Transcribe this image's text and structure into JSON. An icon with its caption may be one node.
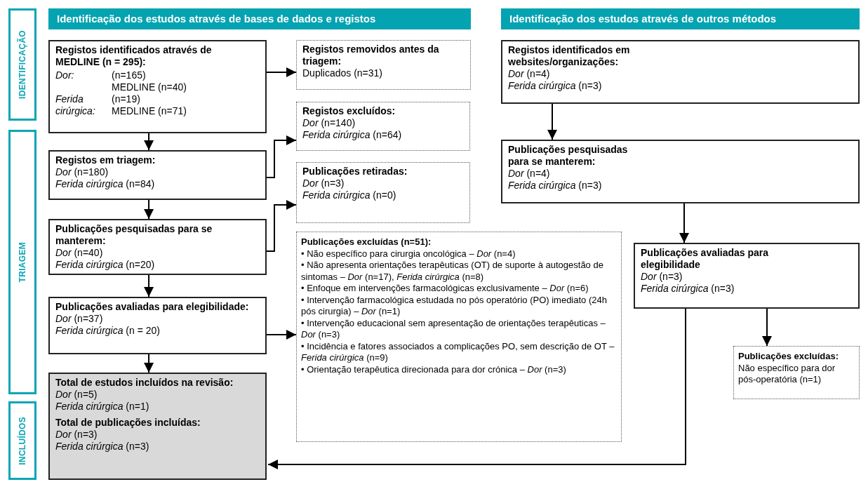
{
  "diagram": {
    "nodes": [
      {
        "text": [
          "IDENTIFICAÇÃO"
        ]
      },
      {
        "text": [
          "TRIAGEM"
        ]
      },
      {
        "text": [
          "INCLUÍDOS"
        ]
      },
      {
        "text": [
          "Identificação dos estudos através de bases de dados e registos"
        ]
      },
      {
        "text": [
          "Identificação dos estudos através de outros métodos"
        ]
      },
      {
        "text": [
          "Registos identificados através de MEDLINE (n = 295):",
          "Dor:",
          "(n=165)",
          "MEDLINE (n=40)",
          "Ferida cirúrgica:",
          "(n=19)",
          "MEDLINE (n=71)"
        ]
      },
      {
        "text": [
          "Registos removidos antes da triagem:",
          "Duplicados (n=31)"
        ]
      },
      {
        "text": [
          "Registos em triagem:",
          "*Dor* (n=180)",
          "*Ferida cirúrgica* (n=84)"
        ]
      },
      {
        "text": [
          "Registos excluídos:",
          "*Dor* (n=140)",
          "*Ferida cirúrgica* (n=64)"
        ]
      },
      {
        "text": [
          "Publicações pesquisadas para se manterem:",
          "*Dor* (n=40)",
          "*Ferida cirúrgica* (n=20)"
        ]
      },
      {
        "text": [
          "Publicações retiradas:",
          "*Dor* (n=3)",
          "*Ferida cirúrgica* (n=0)"
        ]
      },
      {
        "text": [
          "Publicações avaliadas para elegibilidade:",
          "*Dor* (n=37)",
          "*Ferida cirúrgica* (n = 20)"
        ]
      },
      {
        "text": [
          "Publicações excluídas (n=51):",
          "• Não específico para cirurgia oncológica – *Dor* (n=4)",
          "• Não apresenta orientações terapêuticas (OT) de suporte à autogestão de sintomas – *Dor* (n=17), *Ferida cirúrgica* (n=8)",
          "• Enfoque em intervenções farmacológicas exclusivamente – *Dor* (n=6)",
          "• Intervenção farmacológica estudada no pós operatório (PO) imediato (24h pós cirurgia) – *Dor* (n=1)",
          "• Intervenção educacional sem apresentação de orientações terapêuticas – *Dor* (n=3)",
          "• Incidência e fatores associados a complicações PO, sem descrição de OT – *Ferida cirúrgica* (n=9)",
          "• Orientação terapêutica direcionada para dor crónica – *Dor* (n=3)"
        ]
      },
      {
        "text": [
          "Total de estudos incluídos na revisão:",
          "*Dor* (n=5)",
          "*Ferida cirúrgica* (n=1)",
          "Total de publicações incluídas:",
          "*Dor* (n=3)",
          "*Ferida cirúrgica* (n=3)"
        ]
      },
      {
        "text": [
          "Registos identificados em websites/organizações:",
          "*Dor* (n=4)",
          "*Ferida cirúrgica* (n=3)"
        ]
      },
      {
        "text": [
          "Publicações pesquisadas para se manterem:",
          "*Dor* (n=4)",
          "*Ferida cirúrgica* (n=3)"
        ]
      },
      {
        "text": [
          "Publicações avaliadas para elegibilidade",
          "*Dor* (n=3)",
          "*Ferida cirúrgica* (n=3)"
        ]
      },
      {
        "text": [
          "Publicações excluídas:",
          "Não específico para dor pós-operatória (n=1)"
        ]
      }
    ],
    "edges": [
      {
        "from": 5,
        "to": 6,
        "arrow": "to"
      },
      {
        "from": 5,
        "to": 7,
        "arrow": "to"
      },
      {
        "from": 7,
        "to": 8,
        "arrow": "to"
      },
      {
        "from": 7,
        "to": 9,
        "arrow": "to"
      },
      {
        "from": 9,
        "to": 10,
        "arrow": "to"
      },
      {
        "from": 9,
        "to": 11,
        "arrow": "to"
      },
      {
        "from": 11,
        "to": 12,
        "arrow": "to"
      },
      {
        "from": 11,
        "to": 13,
        "arrow": "to"
      },
      {
        "from": 14,
        "to": 15,
        "arrow": "to"
      },
      {
        "from": 15,
        "to": 16,
        "arrow": "to"
      },
      {
        "from": 16,
        "to": 17,
        "arrow": "to"
      },
      {
        "from": 16,
        "to": 13,
        "arrow": "to"
      }
    ]
  }
}
